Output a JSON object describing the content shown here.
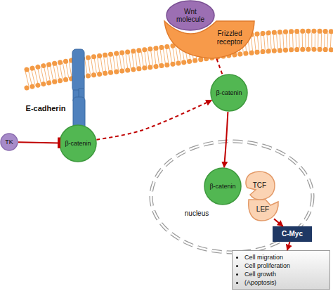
{
  "diagram": {
    "nodes": [
      {
        "text": [
          "Wnt molecule"
        ]
      },
      {
        "text": [
          "Frizzled receptor"
        ]
      },
      {
        "text": [
          "E-cadherin"
        ]
      },
      {
        "text": [
          "β-catenin"
        ]
      },
      {
        "text": [
          "TK"
        ]
      },
      {
        "text": [
          "β-catenin"
        ]
      },
      {
        "text": [
          "nucleus"
        ]
      },
      {
        "text": [
          "β-catenin"
        ],
        "in": 6
      },
      {
        "text": [
          "TCF"
        ],
        "in": 6
      },
      {
        "text": [
          "LEF"
        ],
        "in": 6
      },
      {
        "text": [
          "C-Myc"
        ]
      },
      {
        "text": [
          "Cell migration",
          "Cell proliferation",
          "Cell growth",
          "(Apoptosis)"
        ]
      }
    ],
    "edges": [
      {
        "from": 1,
        "to": 3,
        "arrow": "none"
      },
      {
        "from": 5,
        "to": 3,
        "arrow": "to"
      },
      {
        "from": 4,
        "to": 5,
        "arrow": "to"
      },
      {
        "from": 3,
        "to": 7,
        "arrow": "to"
      },
      {
        "from": 9,
        "to": 10,
        "arrow": "to"
      },
      {
        "from": 10,
        "to": 11,
        "arrow": "to"
      }
    ]
  }
}
